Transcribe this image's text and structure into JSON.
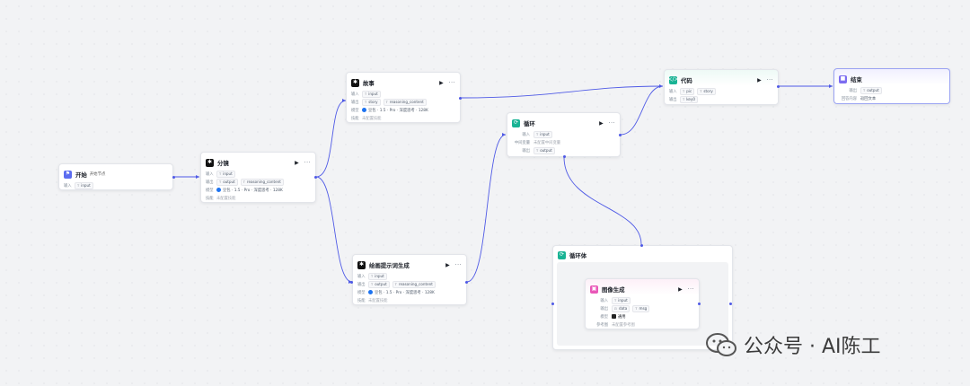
{
  "nodes": {
    "start": {
      "title": "开始",
      "sub": "开始节点",
      "input_label": "输入",
      "input_tag": "input",
      "input_type": "T"
    },
    "classify": {
      "title": "分镜",
      "input_label": "输入",
      "input_tag": "input",
      "output_label": "输出",
      "output_tag": "output",
      "output_tag2": "reasoning_content",
      "model_label": "模型",
      "model_value": "豆包 · 1.5 · Pro · 深度思考 · 128K",
      "skill_label": "技能",
      "skill_value": "未配置技能"
    },
    "story": {
      "title": "故事",
      "input_label": "输入",
      "input_tag": "input",
      "output_label": "输出",
      "output_tag": "story",
      "output_tag2": "reasoning_content",
      "model_label": "模型",
      "model_value": "豆包 · 1.5 · Pro · 深度思考 · 128K",
      "skill_label": "技能",
      "skill_value": "未配置技能"
    },
    "prompt": {
      "title": "绘画提示词生成",
      "input_label": "输入",
      "input_tag": "input",
      "output_label": "输出",
      "output_tag": "output",
      "output_tag2": "reasoning_content",
      "model_label": "模型",
      "model_value": "豆包 · 1.5 · Pro · 深度思考 · 128K",
      "skill_label": "技能",
      "skill_value": "未配置技能"
    },
    "loop": {
      "title": "循环",
      "input_label": "输入",
      "input_tag": "input",
      "var_label": "中间变量",
      "var_value": "未配置中间变量",
      "output_label": "输出",
      "output_tag": "output"
    },
    "code": {
      "title": "代码",
      "input_label": "输入",
      "input_tag": "pic",
      "input_tag2": "story",
      "output_label": "输出",
      "output_tag": "key0"
    },
    "end": {
      "title": "结束",
      "output_label": "输出",
      "output_tag": "output",
      "answer_label": "回答内容",
      "answer_value": "返回文本"
    },
    "loopbody": {
      "title": "循环体"
    },
    "image": {
      "title": "图像生成",
      "input_label": "输入",
      "input_tag": "input",
      "output_label": "输出",
      "output_tag": "data",
      "output_tag2": "msg",
      "model_label": "模型",
      "model_value": "通用",
      "ref_label": "参考图",
      "ref_value": "未配置参考图"
    }
  },
  "controls": {
    "run_glyph": "▶",
    "more_glyph": "···"
  },
  "icons": {
    "start": "flag-icon",
    "classify": "llm-icon",
    "story": "llm-icon",
    "prompt": "llm-icon",
    "loop": "loop-icon",
    "code": "code-icon",
    "end": "end-icon",
    "loopbody": "loop-icon",
    "image": "image-icon"
  },
  "colors": {
    "start": "#5b6cf0",
    "llm": "#111111",
    "loop": "#19b394",
    "code": "#19b394",
    "end": "#7c6cf0",
    "image": "#e957b8",
    "edge": "#4f5ae6"
  },
  "watermark": {
    "text": "公众号 · AI陈工"
  }
}
